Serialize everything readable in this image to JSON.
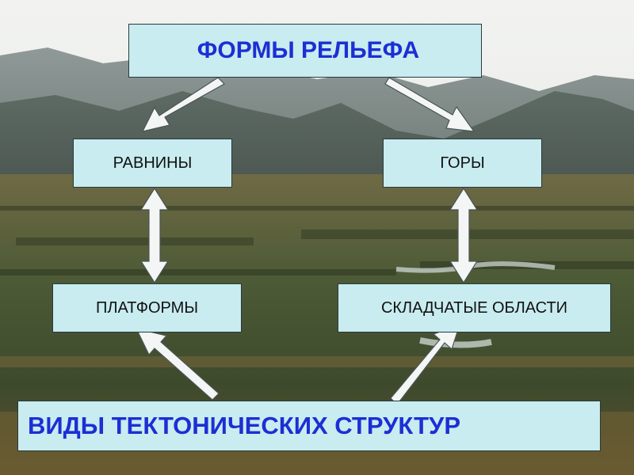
{
  "diagram": {
    "top": "ФОРМЫ РЕЛЬЕФА",
    "left_mid": "РАВНИНЫ",
    "right_mid": "ГОРЫ",
    "left_low": "ПЛАТФОРМЫ",
    "right_low": "СКЛАДЧАТЫЕ ОБЛАСТИ",
    "bottom": "ВИДЫ ТЕКТОНИЧЕСКИХ СТРУКТУР"
  },
  "colors": {
    "box_fill": "#c8ecef",
    "title_text": "#1c2fd4",
    "arrow_fill": "#f4f6f6"
  }
}
